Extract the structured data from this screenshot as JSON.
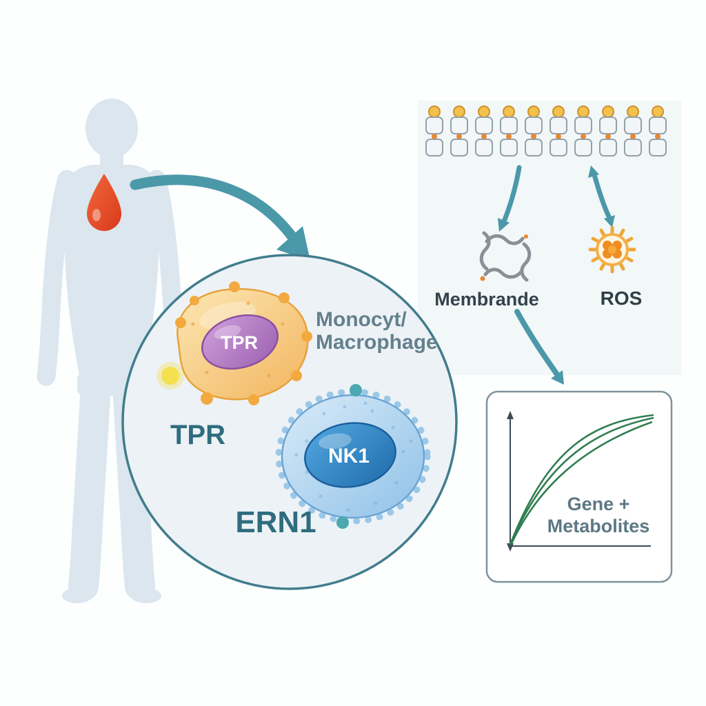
{
  "labels": {
    "monocyte_line1": "Monocyt/",
    "monocyte_line2": "Macrophage",
    "nucleus_tpr": "TPR",
    "cell_tpr": "TPR",
    "nucleus_nk1": "NK1",
    "cell_ern1": "ERN1",
    "membrane": "Membrande",
    "ros": "ROS",
    "chart_line1": "Gene +",
    "chart_line2": "Metabolites"
  },
  "icons": {
    "human_body": "human-body-silhouette",
    "blood_drop": "blood-drop-icon",
    "cell_circle": "cell-magnifier-circle",
    "monocyte_cell": "orange-monocyte-cell",
    "macrophage_cell": "blue-macrophage-cell",
    "membrane_band": "lipid-bilayer-membrane",
    "receptor": "receptor-squiggle-icon",
    "ros_sun": "ros-sunburst-icon",
    "chart": "gene-metabolites-curve-chart",
    "arrows": "teal-flow-arrows"
  },
  "colors": {
    "teal_arrow": "#4b98a9",
    "teal_text": "#2f6d7e",
    "gray_text": "#64808d",
    "dark_text": "#33424b",
    "body_fill": "#dbe6ee",
    "drop_red": "#e04a26",
    "cell_orange": "#f5c879",
    "nucleus_purple": "#a86cba",
    "cell_blue": "#a9d0ec",
    "nucleus_blue": "#2e7fc2",
    "ros_orange": "#f0a63a",
    "chart_green": "#2f7d50",
    "circle_stroke": "#417d8d"
  },
  "chart_data": {
    "type": "line",
    "title": "Gene + Metabolites",
    "xlabel": "",
    "ylabel": "",
    "x": [
      0,
      0.25,
      0.5,
      0.75,
      1
    ],
    "series": [
      {
        "name": "curve-1",
        "values": [
          0,
          0.55,
          0.82,
          0.94,
          1.0
        ]
      },
      {
        "name": "curve-2",
        "values": [
          0,
          0.45,
          0.73,
          0.9,
          0.98
        ]
      },
      {
        "name": "curve-3",
        "values": [
          0,
          0.33,
          0.62,
          0.85,
          0.96
        ]
      }
    ],
    "legend": [],
    "grid": false,
    "notes": "qualitative saturating curves, unlabeled axes with arrowheads"
  }
}
